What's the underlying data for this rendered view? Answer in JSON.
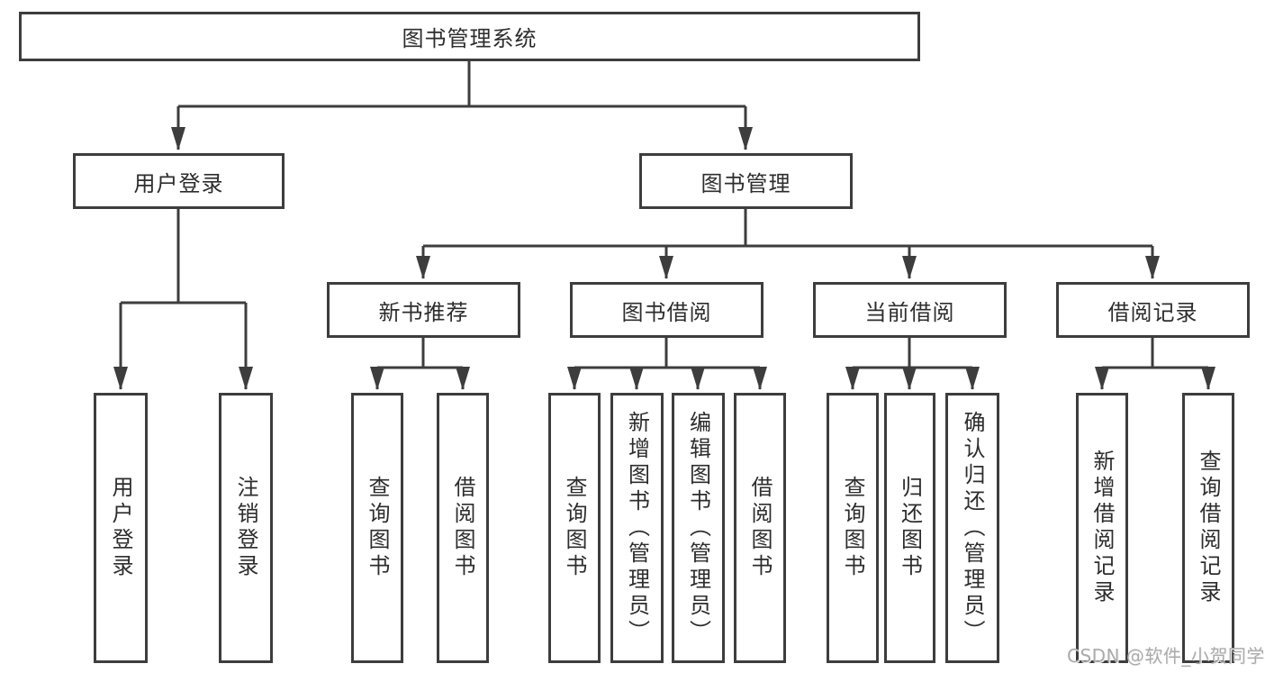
{
  "colors": {
    "line": "#3d3d3d",
    "text": "#2d2d2d",
    "background": "#ffffff",
    "watermark": "#ababab"
  },
  "diagram": {
    "root": {
      "label": "图书管理系统"
    },
    "branches": [
      {
        "label": "用户登录",
        "children": [
          {
            "label": "用户登录"
          },
          {
            "label": "注销登录"
          }
        ]
      },
      {
        "label": "图书管理",
        "children": [
          {
            "label": "新书推荐",
            "children": [
              {
                "label": "查询图书"
              },
              {
                "label": "借阅图书"
              }
            ]
          },
          {
            "label": "图书借阅",
            "children": [
              {
                "label": "查询图书"
              },
              {
                "label": "新增图书（管理员）"
              },
              {
                "label": "编辑图书（管理员）"
              },
              {
                "label": "借阅图书"
              }
            ]
          },
          {
            "label": "当前借阅",
            "children": [
              {
                "label": "查询图书"
              },
              {
                "label": "归还图书"
              },
              {
                "label": "确认归还（管理员）"
              }
            ]
          },
          {
            "label": "借阅记录",
            "children": [
              {
                "label": "新增借阅记录"
              },
              {
                "label": "查询借阅记录"
              }
            ]
          }
        ]
      }
    ]
  },
  "watermark": {
    "text": "CSDN @软件_小贺同学"
  }
}
